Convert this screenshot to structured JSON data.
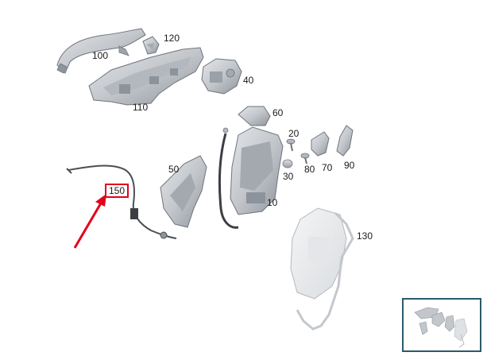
{
  "diagram": {
    "parts": [
      {
        "id": "p100",
        "number": "100"
      },
      {
        "id": "p120",
        "number": "120"
      },
      {
        "id": "p40",
        "number": "40"
      },
      {
        "id": "p110",
        "number": "110"
      },
      {
        "id": "p60",
        "number": "60"
      },
      {
        "id": "p20",
        "number": "20"
      },
      {
        "id": "p70",
        "number": "70"
      },
      {
        "id": "p80",
        "number": "80"
      },
      {
        "id": "p90",
        "number": "90"
      },
      {
        "id": "p30",
        "number": "30"
      },
      {
        "id": "p50",
        "number": "50"
      },
      {
        "id": "p10",
        "number": "10"
      },
      {
        "id": "p150",
        "number": "150"
      },
      {
        "id": "p130",
        "number": "130"
      }
    ],
    "highlighted_part": "150",
    "colors": {
      "part_fill": "#c9ccd1",
      "part_stroke": "#6f747b",
      "highlight": "#e3001b",
      "thumbnail_border": "#2b5a6b"
    }
  }
}
